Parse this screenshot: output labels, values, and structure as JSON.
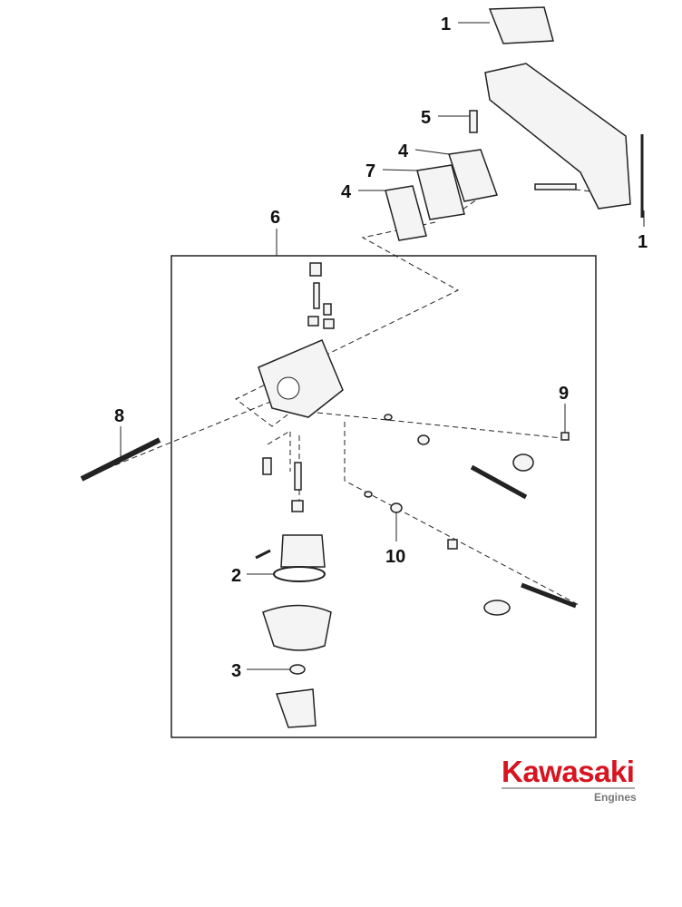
{
  "diagram": {
    "title": "Carburetor parts diagram",
    "callouts": {
      "c1_top": "1",
      "c1_right": "1",
      "c2": "2",
      "c3": "3",
      "c4_upper": "4",
      "c4_lower": "4",
      "c5": "5",
      "c6": "6",
      "c7": "7",
      "c8": "8",
      "c9": "9",
      "c10": "10"
    }
  },
  "brand": {
    "name": "Kawasaki",
    "subtitle": "Engines",
    "color": "#d7141f"
  }
}
